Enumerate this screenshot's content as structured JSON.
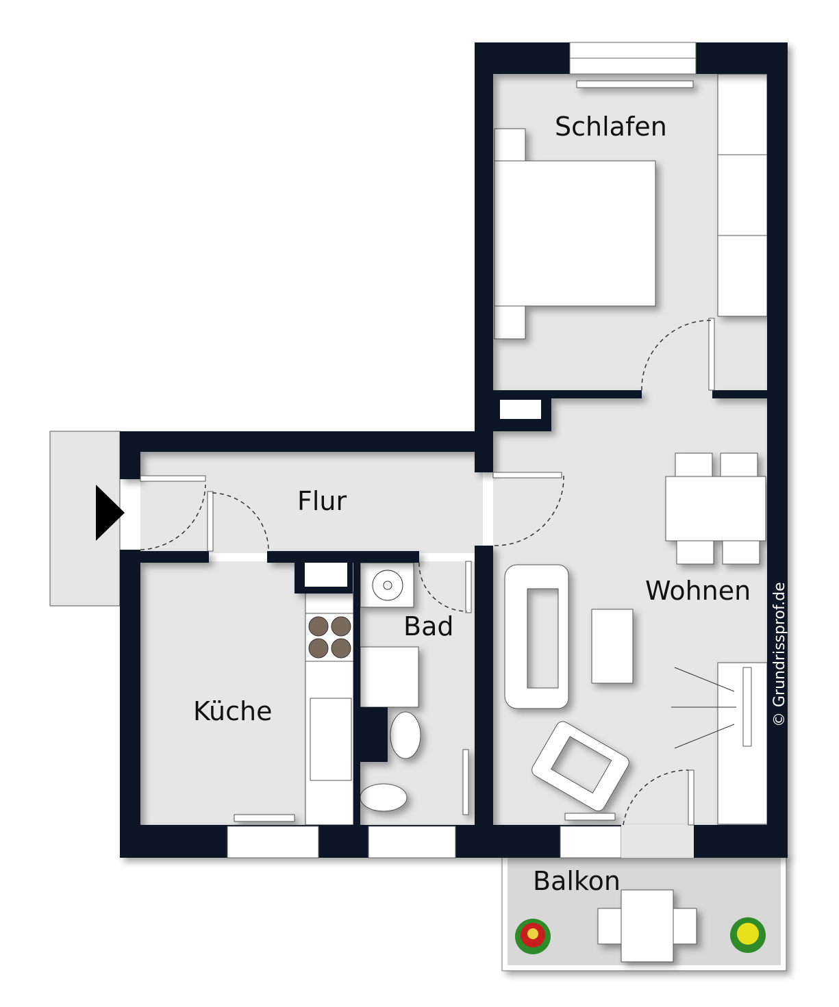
{
  "rooms": {
    "schlafen": "Schlafen",
    "flur": "Flur",
    "wohnen": "Wohnen",
    "kueche": "Küche",
    "bad": "Bad",
    "balkon": "Balkon"
  },
  "watermark": "© Grundrissprof.de",
  "colors": {
    "wall": "#0b1728",
    "floor": "#e6e6e6",
    "balcony": "#d8d8d8"
  }
}
